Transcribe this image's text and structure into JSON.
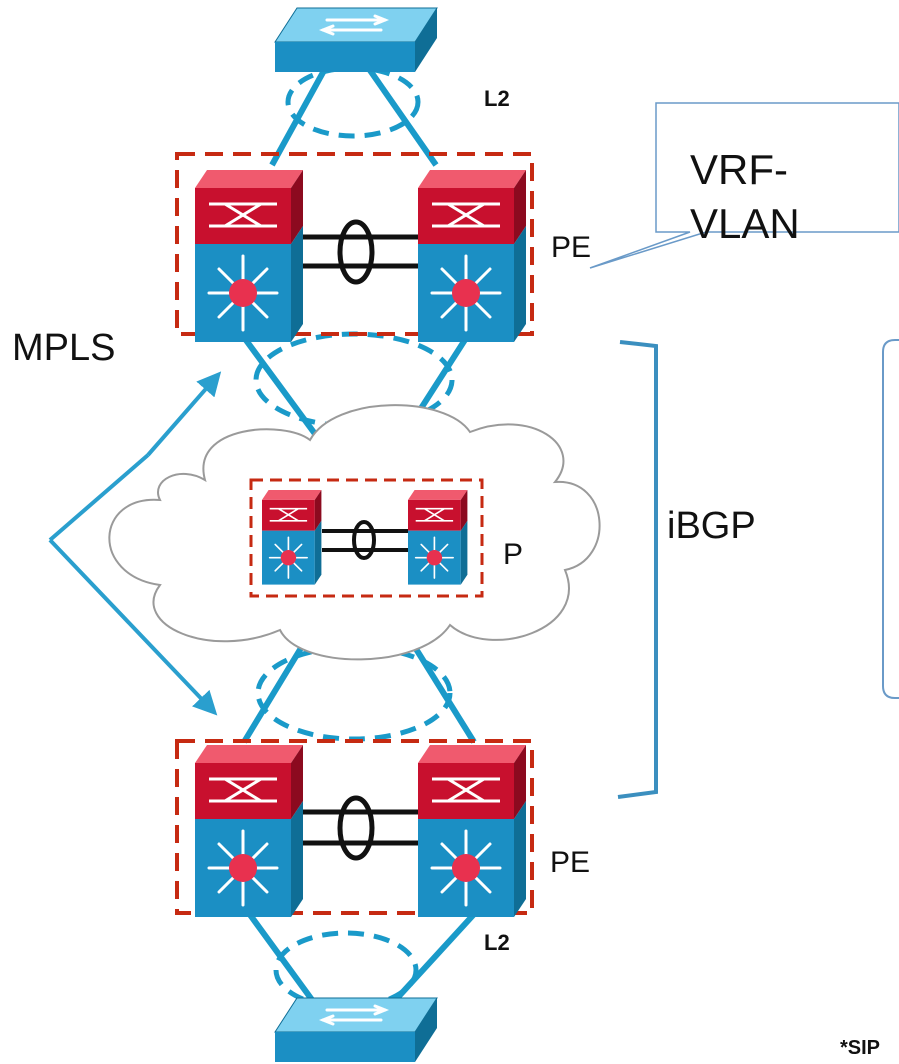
{
  "labels": {
    "l2_top": "L2",
    "l2_bottom": "L2",
    "pe_top": "PE",
    "pe_bottom": "PE",
    "p": "P",
    "mpls": "MPLS",
    "ibgp": "iBGP",
    "callout_line1": "VRF-",
    "callout_line2": "VLAN",
    "footnote": "*SIP"
  },
  "colors": {
    "link_blue": "#1a9ac9",
    "device_blue": "#1b8fc4",
    "device_red": "#c8102e",
    "dashed_red": "#c62a12",
    "cloud_stroke": "#9a9a9a",
    "bracket_blue": "#3b8fbf"
  },
  "icons": [
    "l2-switch-icon",
    "multilayer-switch-icon",
    "cloud-icon",
    "port-channel-icon"
  ]
}
